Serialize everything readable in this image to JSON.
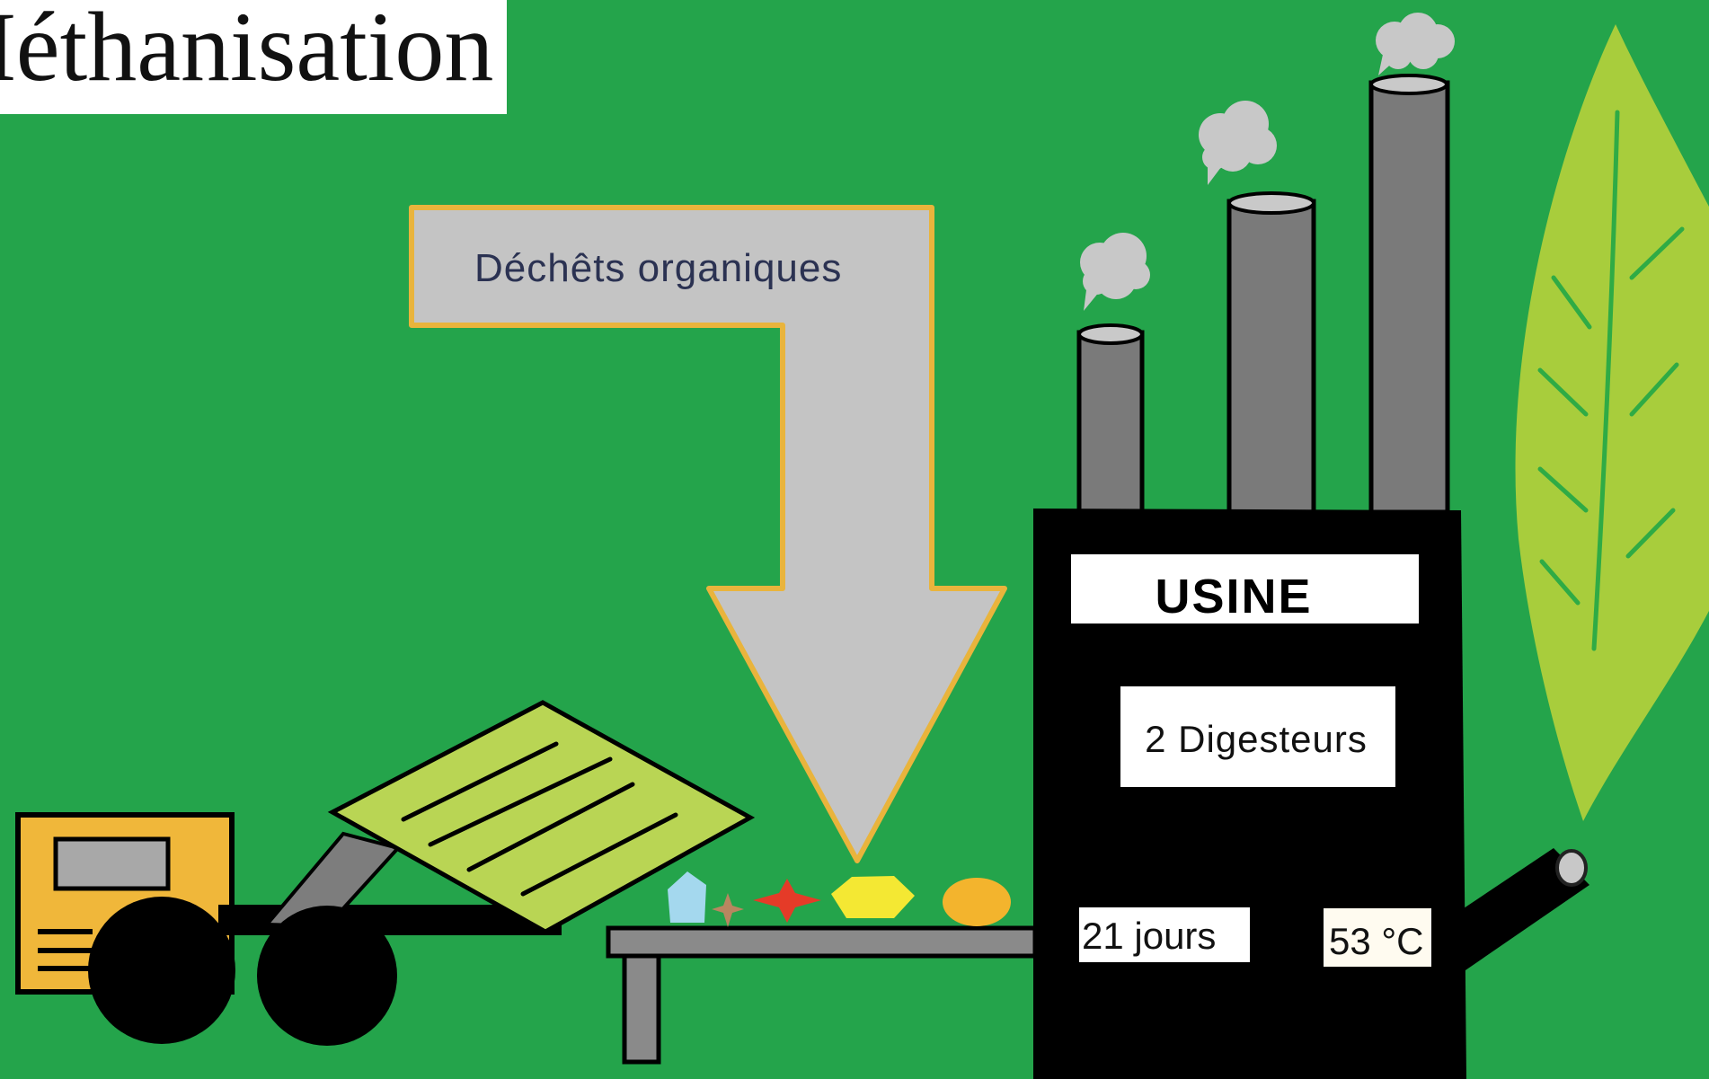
{
  "title": "Méthanisation",
  "input": {
    "label": "Déchêts organiques"
  },
  "factory": {
    "name": "USINE",
    "digesters": "2 Digesteurs",
    "duration": "21 jours",
    "temperature": "53 °C"
  },
  "colors": {
    "background": "#24a44b",
    "arrow_fill": "#c4c4c4",
    "arrow_border": "#e9b43c",
    "factory": "#000000",
    "chimney": "#7a7a7a",
    "smoke": "#c8c8c8",
    "leaf": "#a8cd3c",
    "truck_cab": "#f0b73a",
    "truck_bed": "#b9d554"
  }
}
